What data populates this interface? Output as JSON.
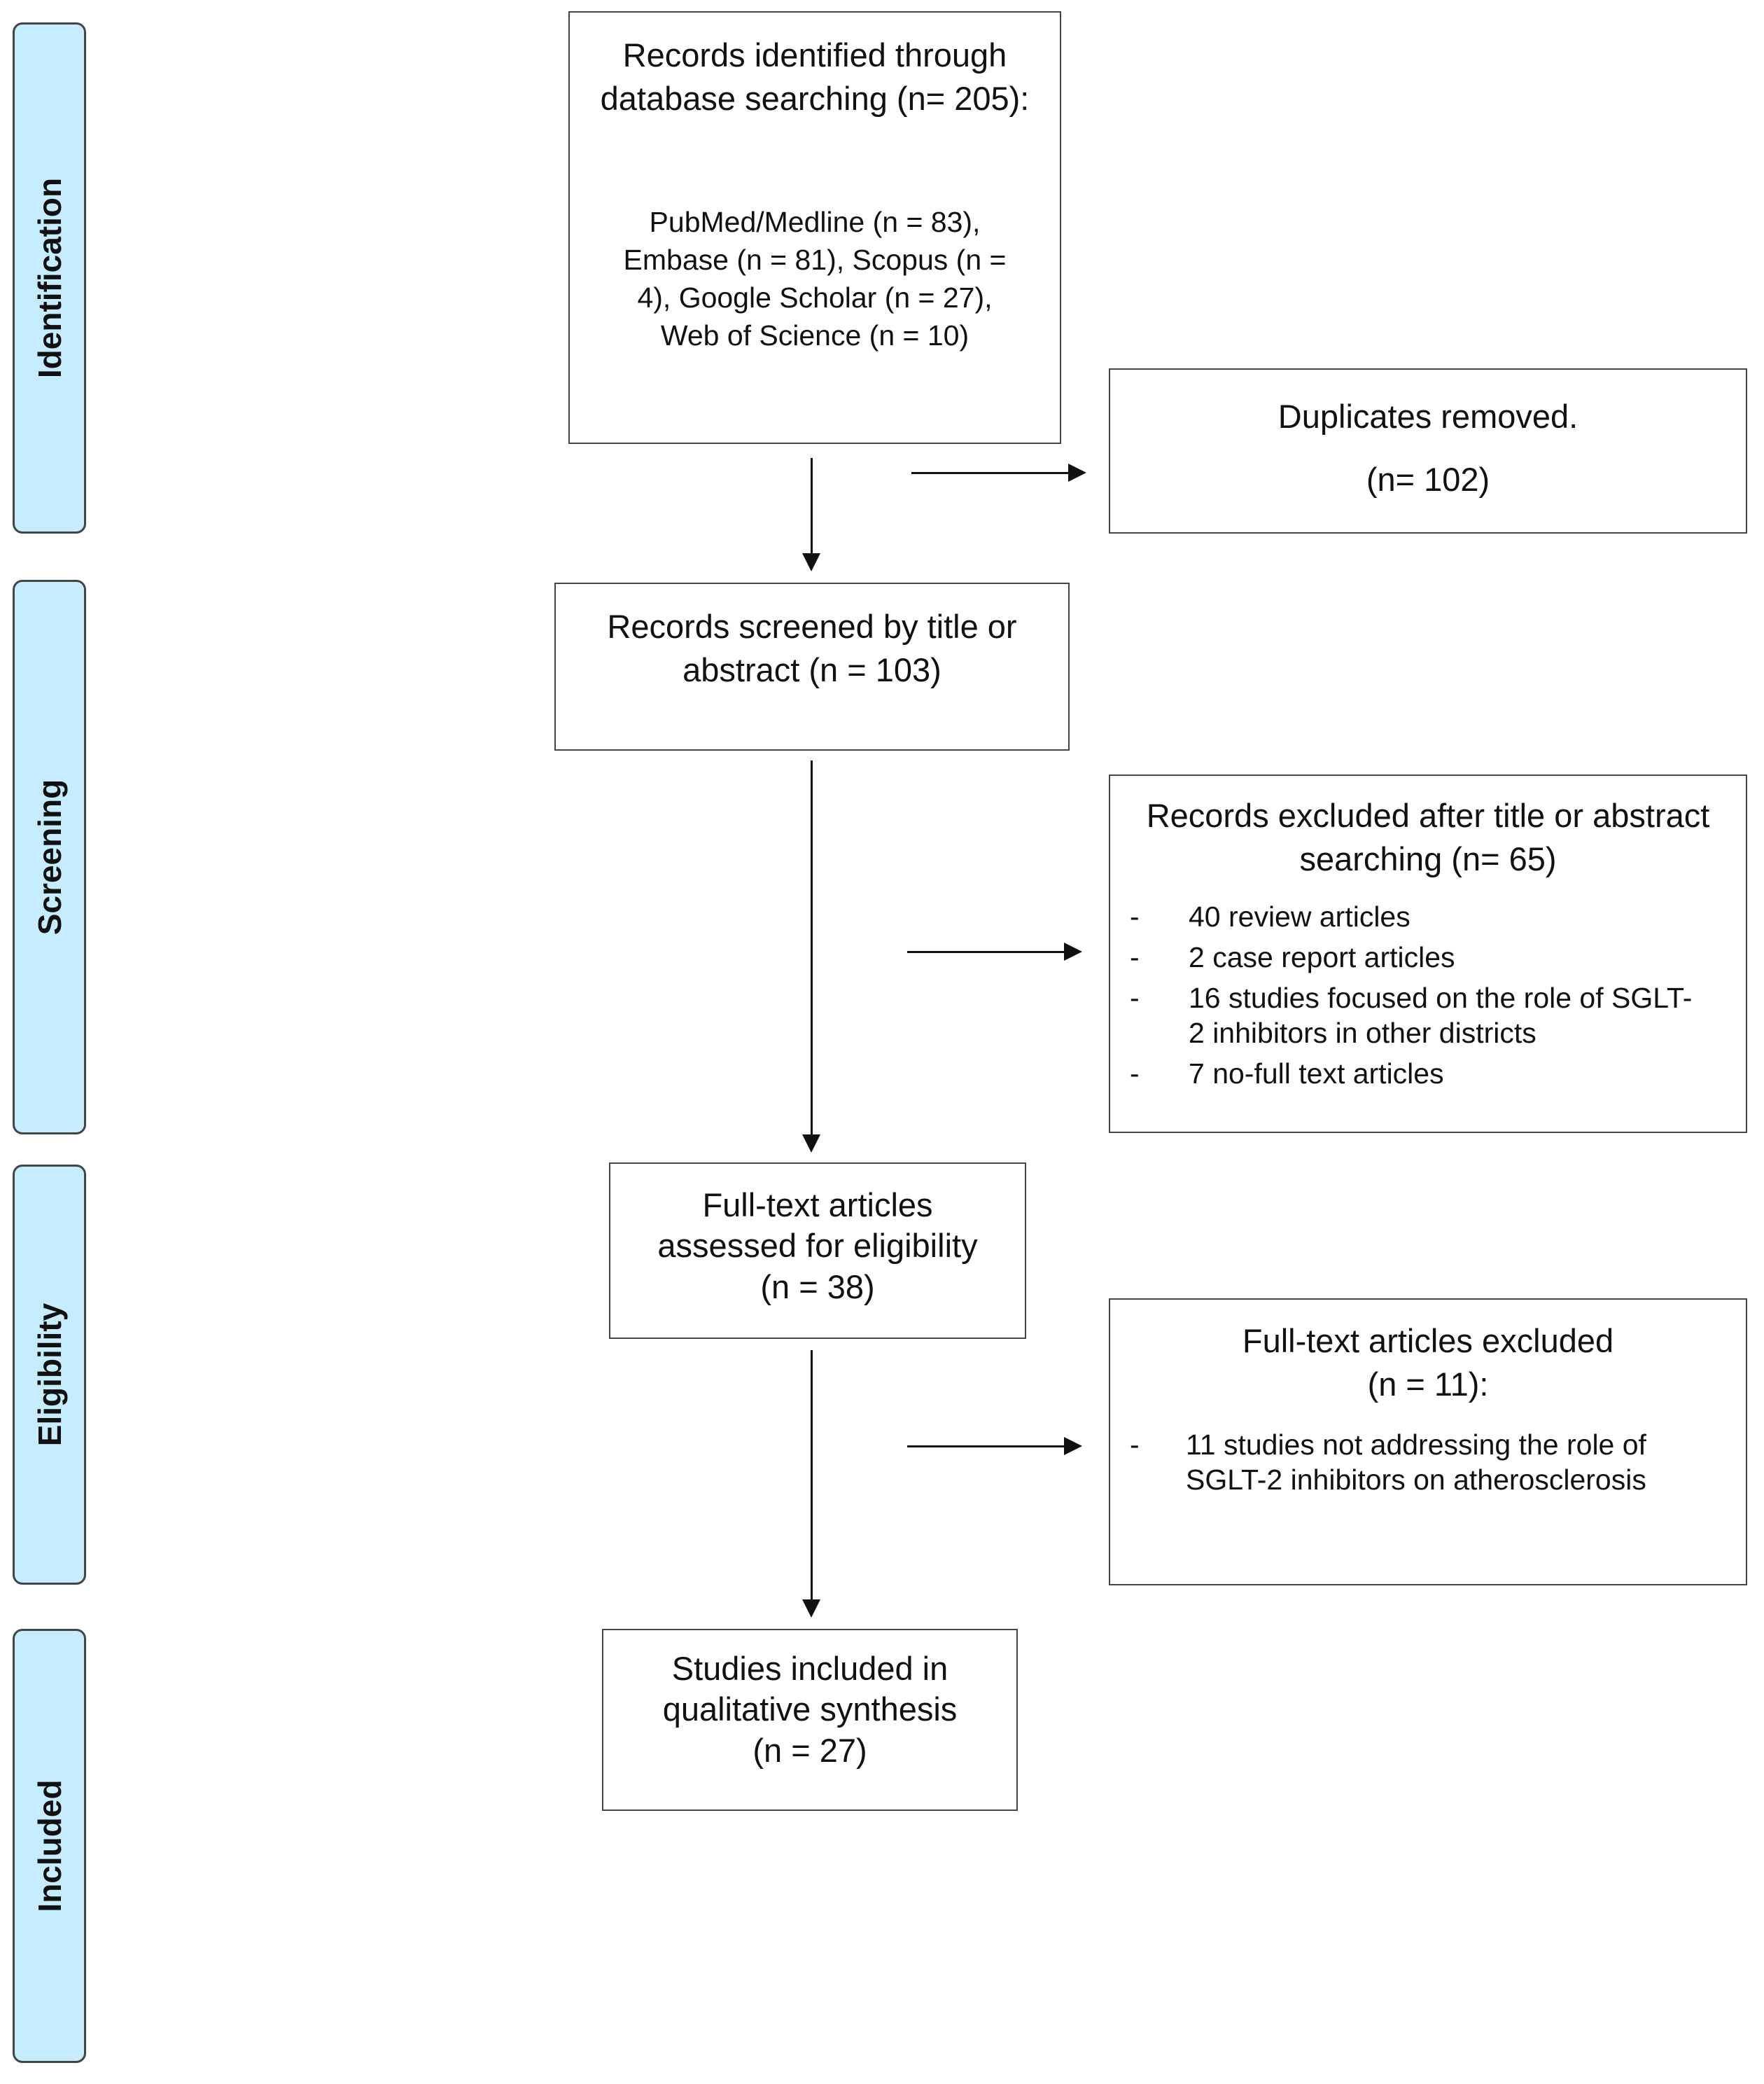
{
  "stages": {
    "identification": "Identification",
    "screening": "Screening",
    "eligibility": "Eligibility",
    "included": "Included"
  },
  "identified": {
    "title": "Records identified through database searching (n= 205):",
    "sources_line1": "PubMed/Medline (n = 83),",
    "sources_line2": "Embase (n = 81), Scopus (n =",
    "sources_line3": "4), Google Scholar (n = 27),",
    "sources_line4": "Web of Science (n = 10)"
  },
  "duplicates": {
    "title": "Duplicates removed.",
    "count": "(n= 102)"
  },
  "screened": {
    "line1": "Records screened by title or",
    "line2": "abstract (n = 103)"
  },
  "excluded_screening": {
    "line1": "Records excluded after title or abstract",
    "line2": "searching (n= 65)",
    "items": [
      "40 review articles",
      "2 case report articles",
      "16 studies focused on the role of SGLT-2 inhibitors in other districts",
      "7 no-full text articles"
    ]
  },
  "fulltext": {
    "line1": "Full-text articles",
    "line2": "assessed for eligibility",
    "line3": "(n = 38)"
  },
  "excluded_fulltext": {
    "line1": "Full-text articles excluded",
    "line2": "(n = 11):",
    "items": [
      "11 studies not addressing the role of SGLT-2 inhibitors on atherosclerosis"
    ]
  },
  "included": {
    "line1": "Studies included in",
    "line2": "qualitative synthesis",
    "line3": "(n = 27)"
  },
  "bullet_marker": "-"
}
